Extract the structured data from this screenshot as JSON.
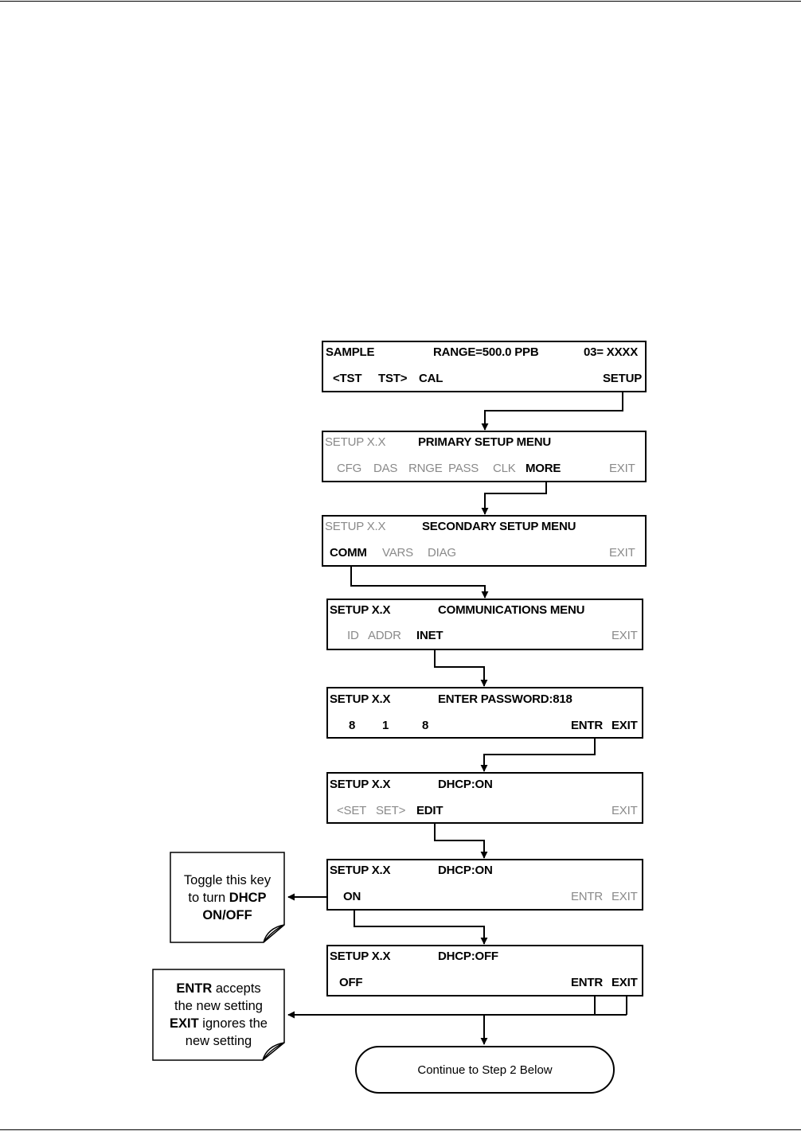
{
  "screens": [
    {
      "title_left": "SAMPLE",
      "title_center": "RANGE=500.0 PPB",
      "title_right": "03= XXXX",
      "keys": [
        "<TST",
        "TST>",
        "CAL",
        "SETUP"
      ]
    },
    {
      "title_left": "SETUP X.X",
      "title_center": "PRIMARY SETUP MENU",
      "keys": [
        "CFG",
        "DAS",
        "RNGE",
        "PASS",
        "CLK",
        "MORE",
        "EXIT"
      ]
    },
    {
      "title_left": "SETUP X.X",
      "title_center": "SECONDARY SETUP MENU",
      "keys": [
        "COMM",
        "VARS",
        "DIAG",
        "EXIT"
      ]
    },
    {
      "title_left": "SETUP X.X",
      "title_center": "COMMUNICATIONS MENU",
      "keys": [
        "ID",
        "ADDR",
        "INET",
        "EXIT"
      ]
    },
    {
      "title_left": "SETUP X.X",
      "title_center": "ENTER PASSWORD:818",
      "keys": [
        "8",
        "1",
        "8",
        "ENTR",
        "EXIT"
      ]
    },
    {
      "title_left": "SETUP X.X",
      "title_center": "DHCP:ON",
      "keys": [
        "<SET",
        "SET>",
        "EDIT",
        "EXIT"
      ]
    },
    {
      "title_left": "SETUP X.X",
      "title_center": "DHCP:ON",
      "keys": [
        "ON",
        "ENTR",
        "EXIT"
      ]
    },
    {
      "title_left": "SETUP X.X",
      "title_center": "DHCP:OFF",
      "keys": [
        "OFF",
        "ENTR",
        "EXIT"
      ]
    }
  ],
  "notes": {
    "toggle": {
      "line1": "Toggle this key",
      "line2_pre": "to turn ",
      "line2_bold": "DHCP",
      "line3_bold": "ON/OFF"
    },
    "accept": {
      "line1_bold": "ENTR",
      "line1_post": " accepts",
      "line2": "the new setting",
      "line3_bold": "EXIT",
      "line3_post": " ignores the",
      "line4": "new setting"
    }
  },
  "continue_label": "Continue to Step 2 Below"
}
